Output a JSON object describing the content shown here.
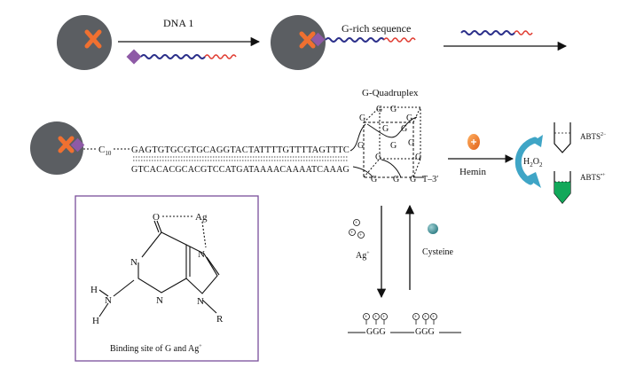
{
  "top_row": {
    "step1_label": "DNA 1",
    "step2_label": "G-rich sequence"
  },
  "middle_row": {
    "linker_label": "C",
    "linker_subscript": "10",
    "strand_top": "GAGTGTGCGTGCAGGTACTATTTTGTTTTAGTTTC",
    "strand_bottom": "GTCACACGCACGTCCATGATAAAACAAAATCAAAG",
    "quadruplex_title": "G-Quadruplex",
    "quadruplex_end": "T–3′",
    "quadruplex_g": "G",
    "hemin_label": "Hemin",
    "h2o2_label": "H",
    "h2o2_sub1": "2",
    "h2o2_mid": "O",
    "h2o2_sub2": "2",
    "abts_reduced": "ABTS",
    "abts_reduced_sup": "2−",
    "abts_oxidized": "ABTS",
    "abts_oxidized_sup": "•+"
  },
  "bottom_row": {
    "ag_label": "Ag",
    "ag_sup": "+",
    "cysteine_label": "Cysteine",
    "ggg1": "GGG",
    "ggg2": "GGG"
  },
  "structure_box": {
    "caption": "Binding site of G and Ag",
    "caption_sup": "+",
    "atom_O": "O",
    "atom_Ag": "Ag",
    "atom_N": "N",
    "atom_H": "H",
    "atom_R": "R"
  },
  "colors": {
    "bead": "#5b5e62",
    "cross": "#f07030",
    "diamond": "#8e5aa6",
    "strand_blue": "#2b2f8a",
    "strand_red": "#e03a2f",
    "box_border": "#7a4f9a",
    "abts_green": "#12a85a",
    "curve_arrow": "#3fa5c6",
    "hemin": "#f07a20",
    "cysteine": "#3f8f95"
  }
}
